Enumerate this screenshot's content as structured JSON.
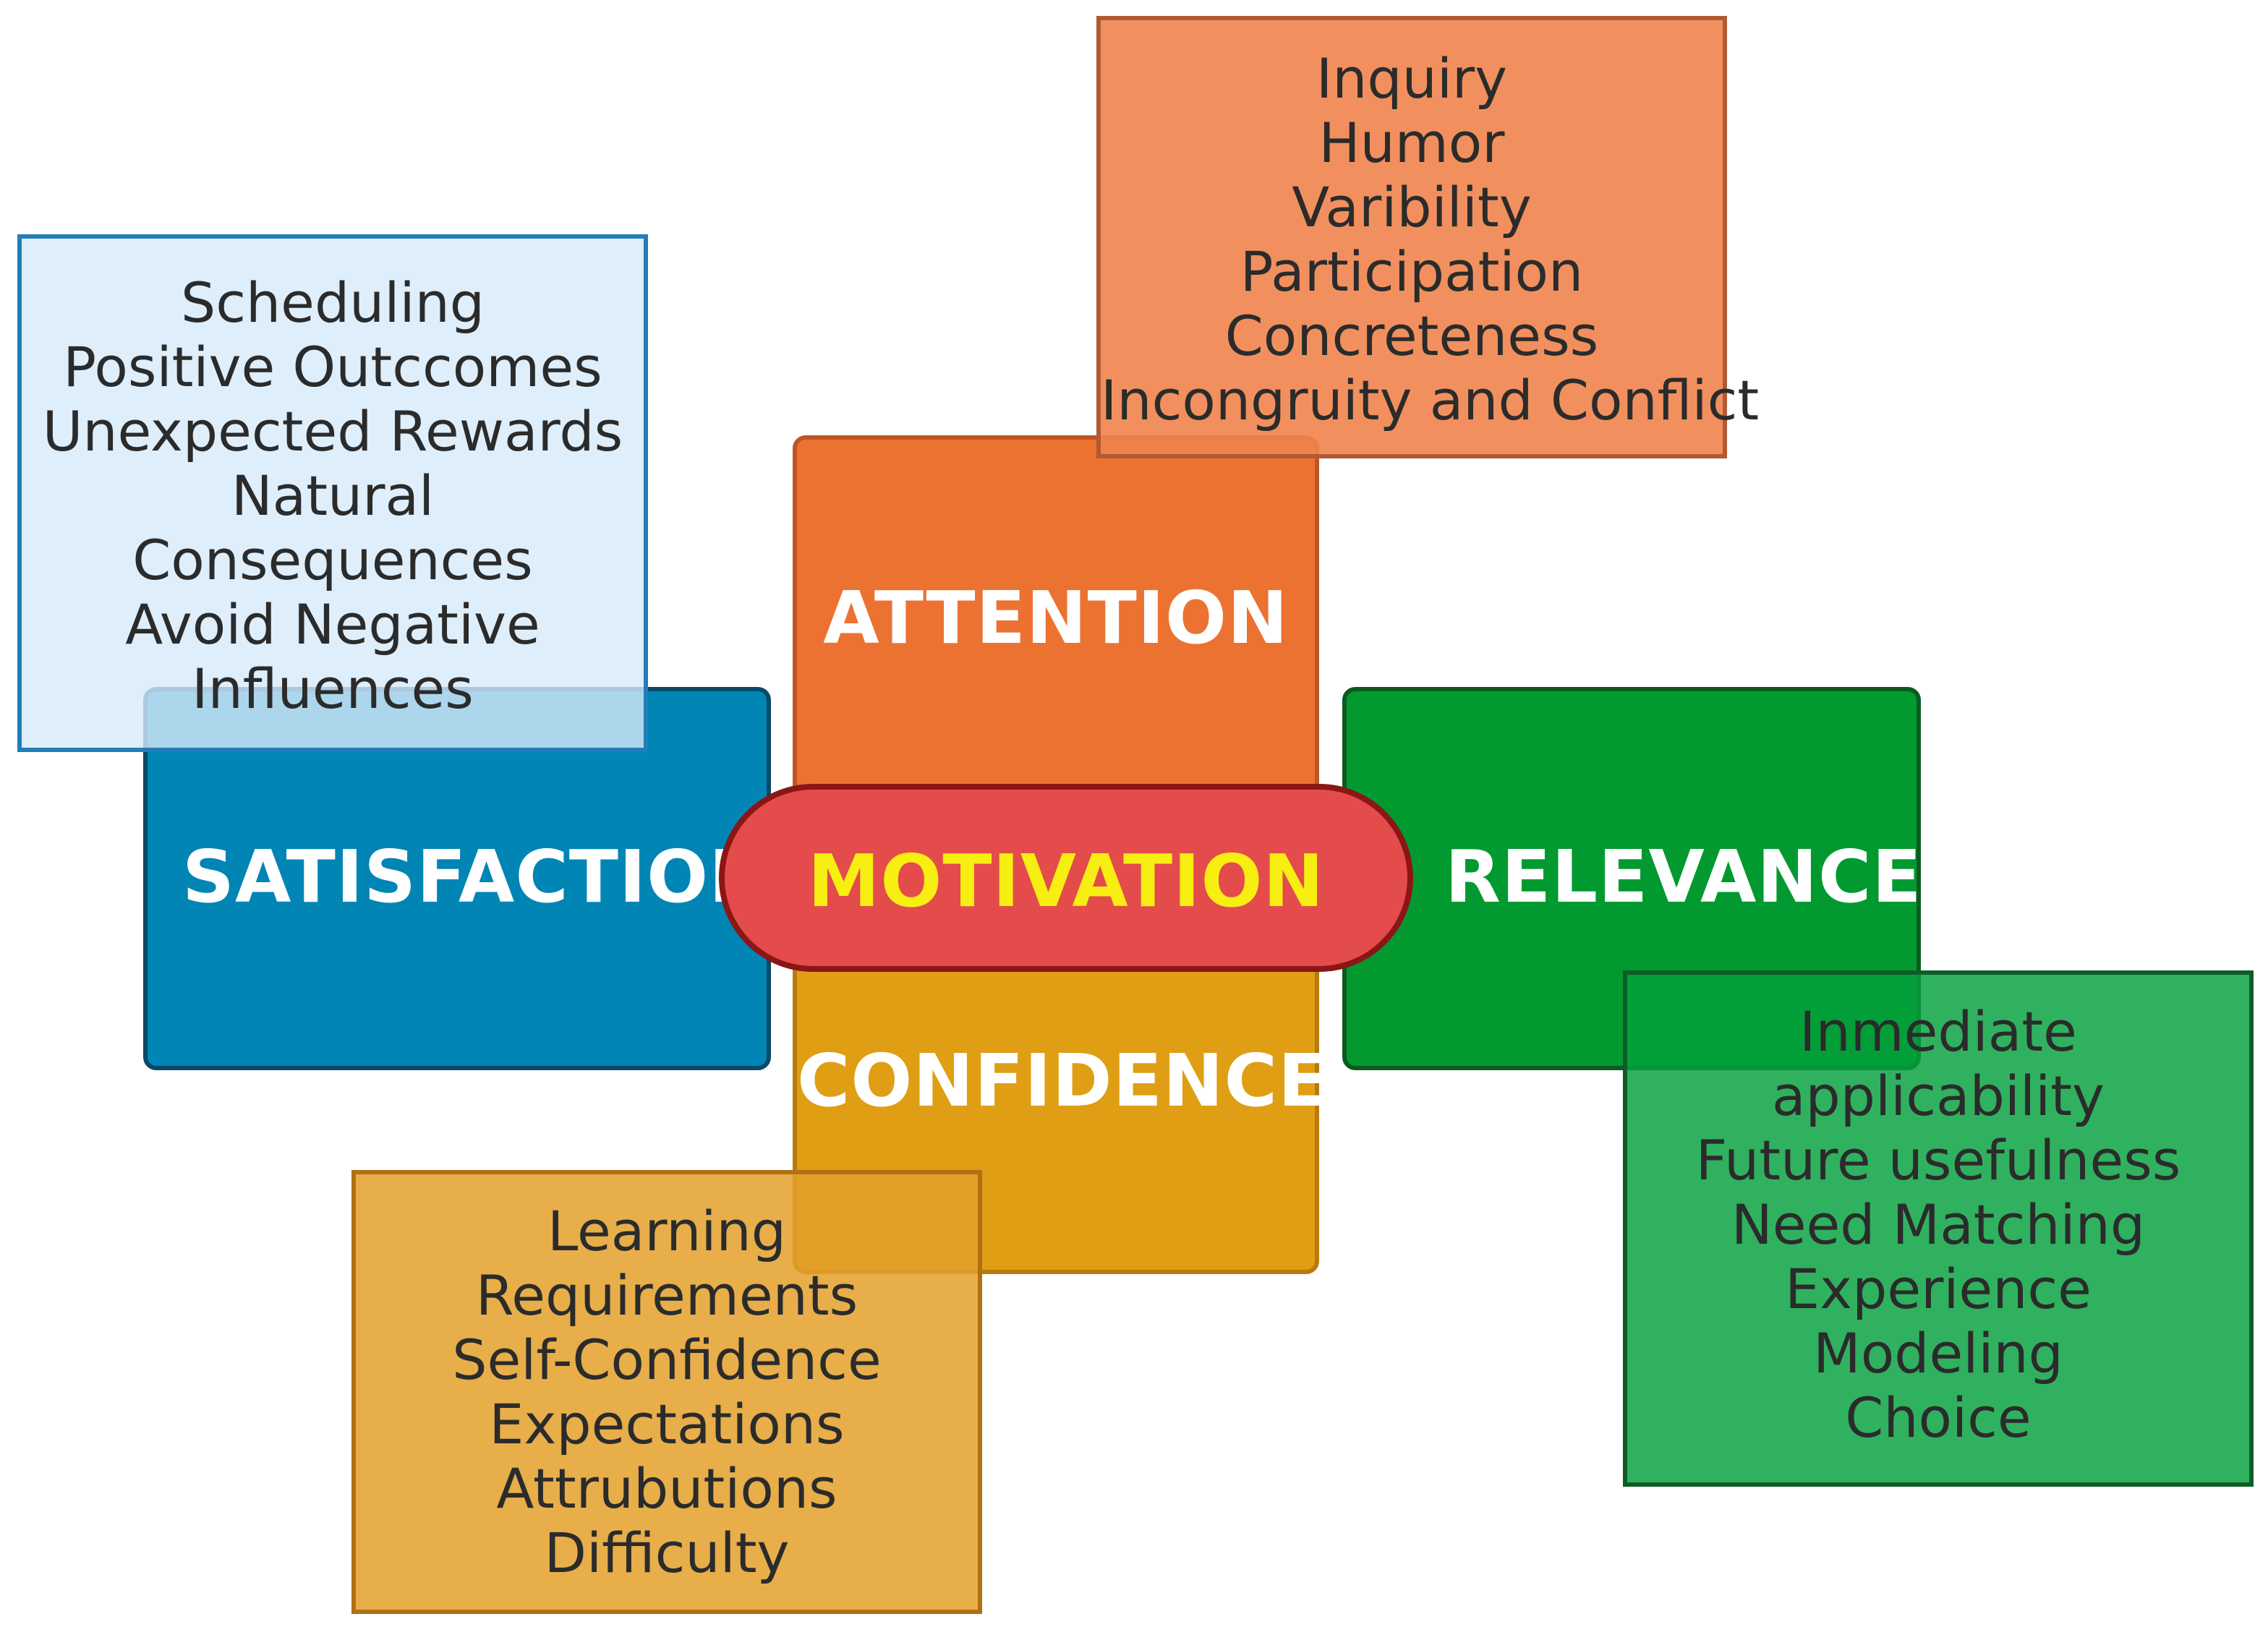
{
  "center": {
    "label": "MOTIVATION"
  },
  "categories": {
    "attention": {
      "label": "ATTENTION"
    },
    "confidence": {
      "label": "CONFIDENCE"
    },
    "satisfaction": {
      "label": "SATISFACTION"
    },
    "relevance": {
      "label": "RELEVANCE"
    }
  },
  "lists": {
    "attention": [
      "Inquiry",
      "Humor",
      "Varibility",
      "Participation",
      "Concreteness",
      "Incongruity and Conflict"
    ],
    "satisfaction": [
      "Scheduling",
      "Positive Outccomes",
      "Unexpected Rewards",
      "Natural",
      "Consequences",
      "Avoid Negative",
      "Influences"
    ],
    "confidence": [
      "Learning",
      "Requirements",
      "Self-Confidence",
      "Expectations",
      "Attrubutions",
      "Difficulty"
    ],
    "relevance": [
      "Inmediate",
      "applicability",
      "Future usefulness",
      "Need Matching",
      "Experience",
      "Modeling",
      "Choice"
    ]
  },
  "colors": {
    "attention": "#ec7232",
    "confidence": "#df9e14",
    "satisfaction": "#0185b5",
    "relevance": "#029a30",
    "motivation": "#e44b4b",
    "motivation_text": "#f7ee12"
  }
}
